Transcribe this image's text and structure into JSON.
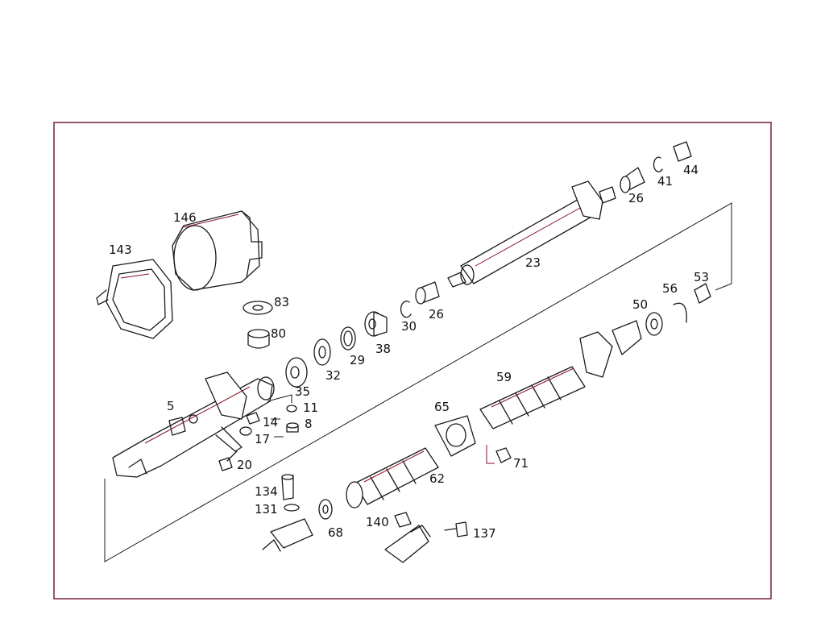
{
  "colors": {
    "line": "#1a1a1a",
    "accent": "#8a1028",
    "frame": "#6b0f24",
    "background": "#ffffff"
  },
  "labels": {
    "p143": "143",
    "p146": "146",
    "p83": "83",
    "p80": "80",
    "p5": "5",
    "p35": "35",
    "p11": "11",
    "p14": "14",
    "p8": "8",
    "p17": "17",
    "p20": "20",
    "p32": "32",
    "p29": "29",
    "p38": "38",
    "p30": "30",
    "p26a": "26",
    "p23": "23",
    "p26b": "26",
    "p41": "41",
    "p44": "44",
    "p53": "53",
    "p56": "56",
    "p50": "50",
    "p59": "59",
    "p65": "65",
    "p71": "71",
    "p62": "62",
    "p134": "134",
    "p131": "131",
    "p68": "68",
    "p140": "140",
    "p137": "137"
  }
}
